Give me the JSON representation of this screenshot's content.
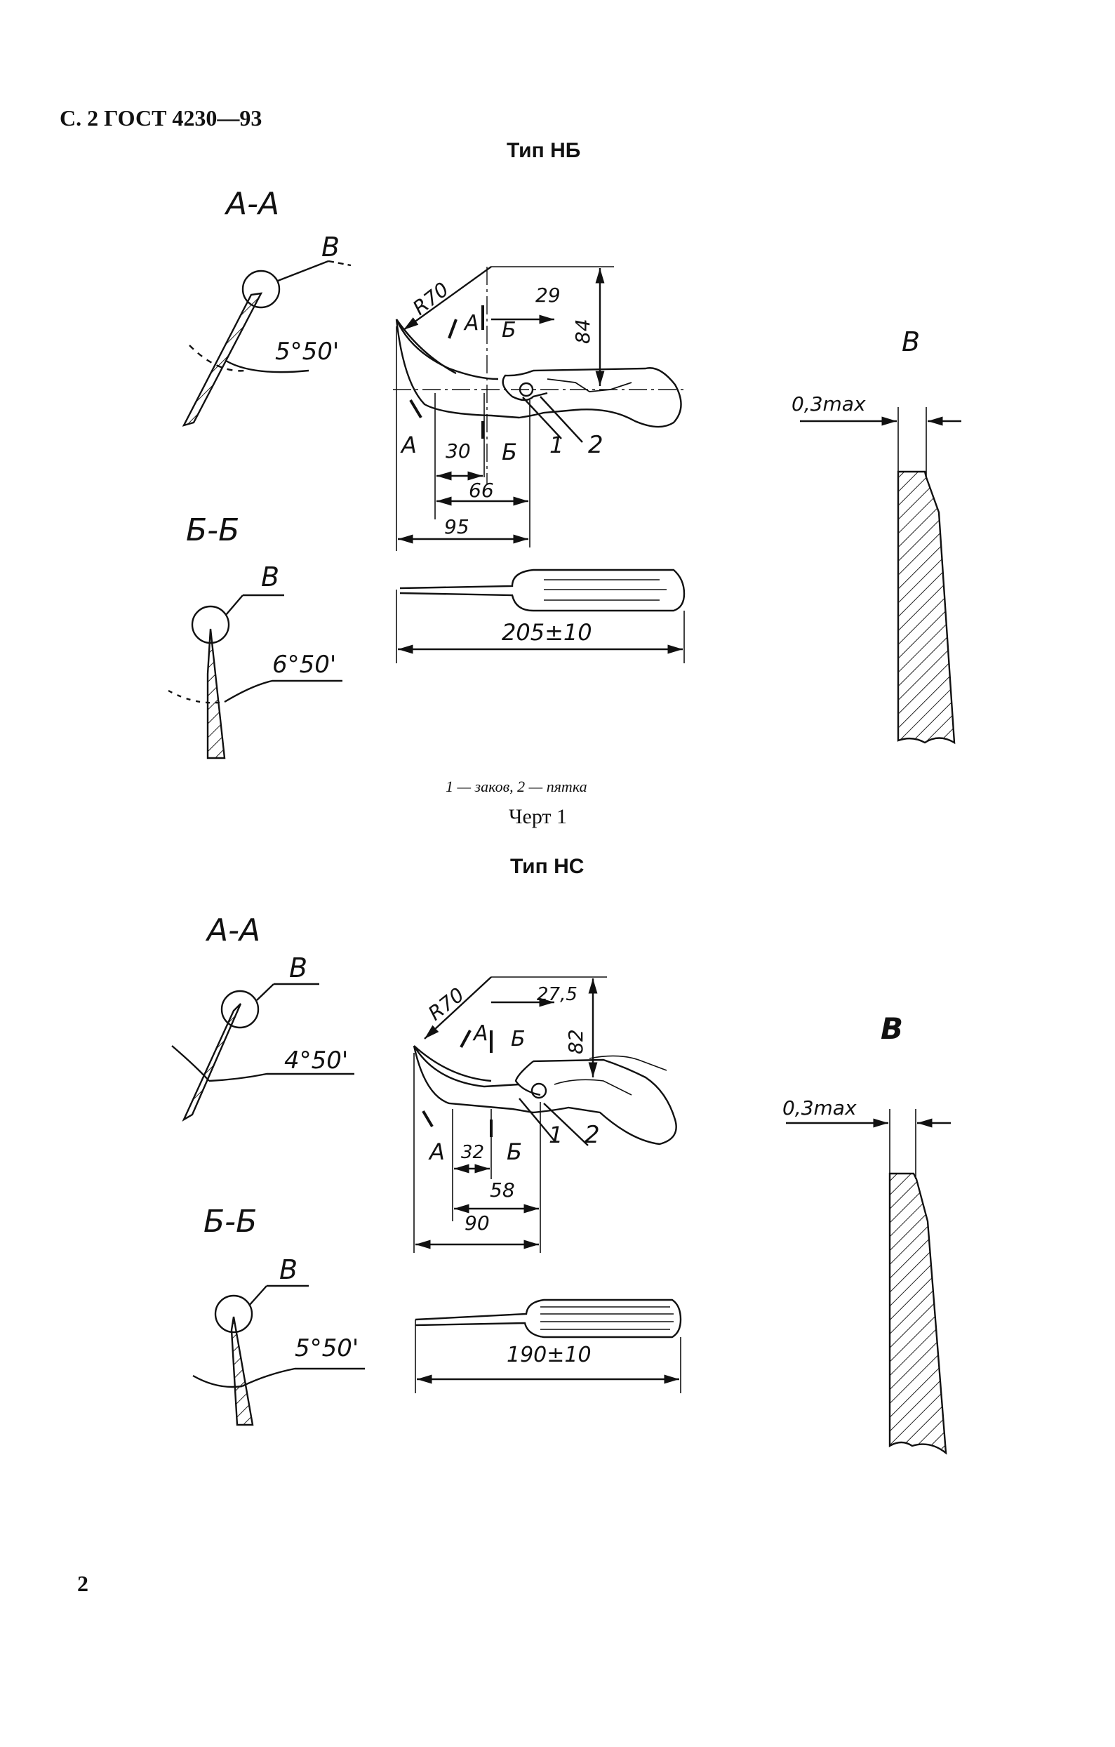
{
  "header": "С. 2 ГОСТ 4230—93",
  "fig1": {
    "title": "Тип НБ",
    "section_aa": "А-А",
    "section_bb": "Б-Б",
    "view_v": "В",
    "angle_aa": "5°50'",
    "angle_bb": "6°50'",
    "r": "R70",
    "d29": "29",
    "d84": "84",
    "d30": "30",
    "d66": "66",
    "d95": "95",
    "d205": "205±10",
    "thick": "0,3max",
    "mark_a": "А",
    "mark_b": "Б",
    "n1": "1",
    "n2": "2",
    "legend": "1 — заков, 2 — пятка",
    "caption": "Черт 1"
  },
  "fig2": {
    "title": "Тип НС",
    "section_aa": "А-А",
    "section_bb": "Б-Б",
    "view_v": "В",
    "angle_aa": "4°50'",
    "angle_bb": "5°50'",
    "r": "R70",
    "d275": "27,5",
    "d82": "82",
    "d32": "32",
    "d58": "58",
    "d90": "90",
    "d190": "190±10",
    "thick": "0,3max",
    "mark_a": "А",
    "mark_b": "Б",
    "n1": "1",
    "n2": "2"
  },
  "page_number": "2"
}
